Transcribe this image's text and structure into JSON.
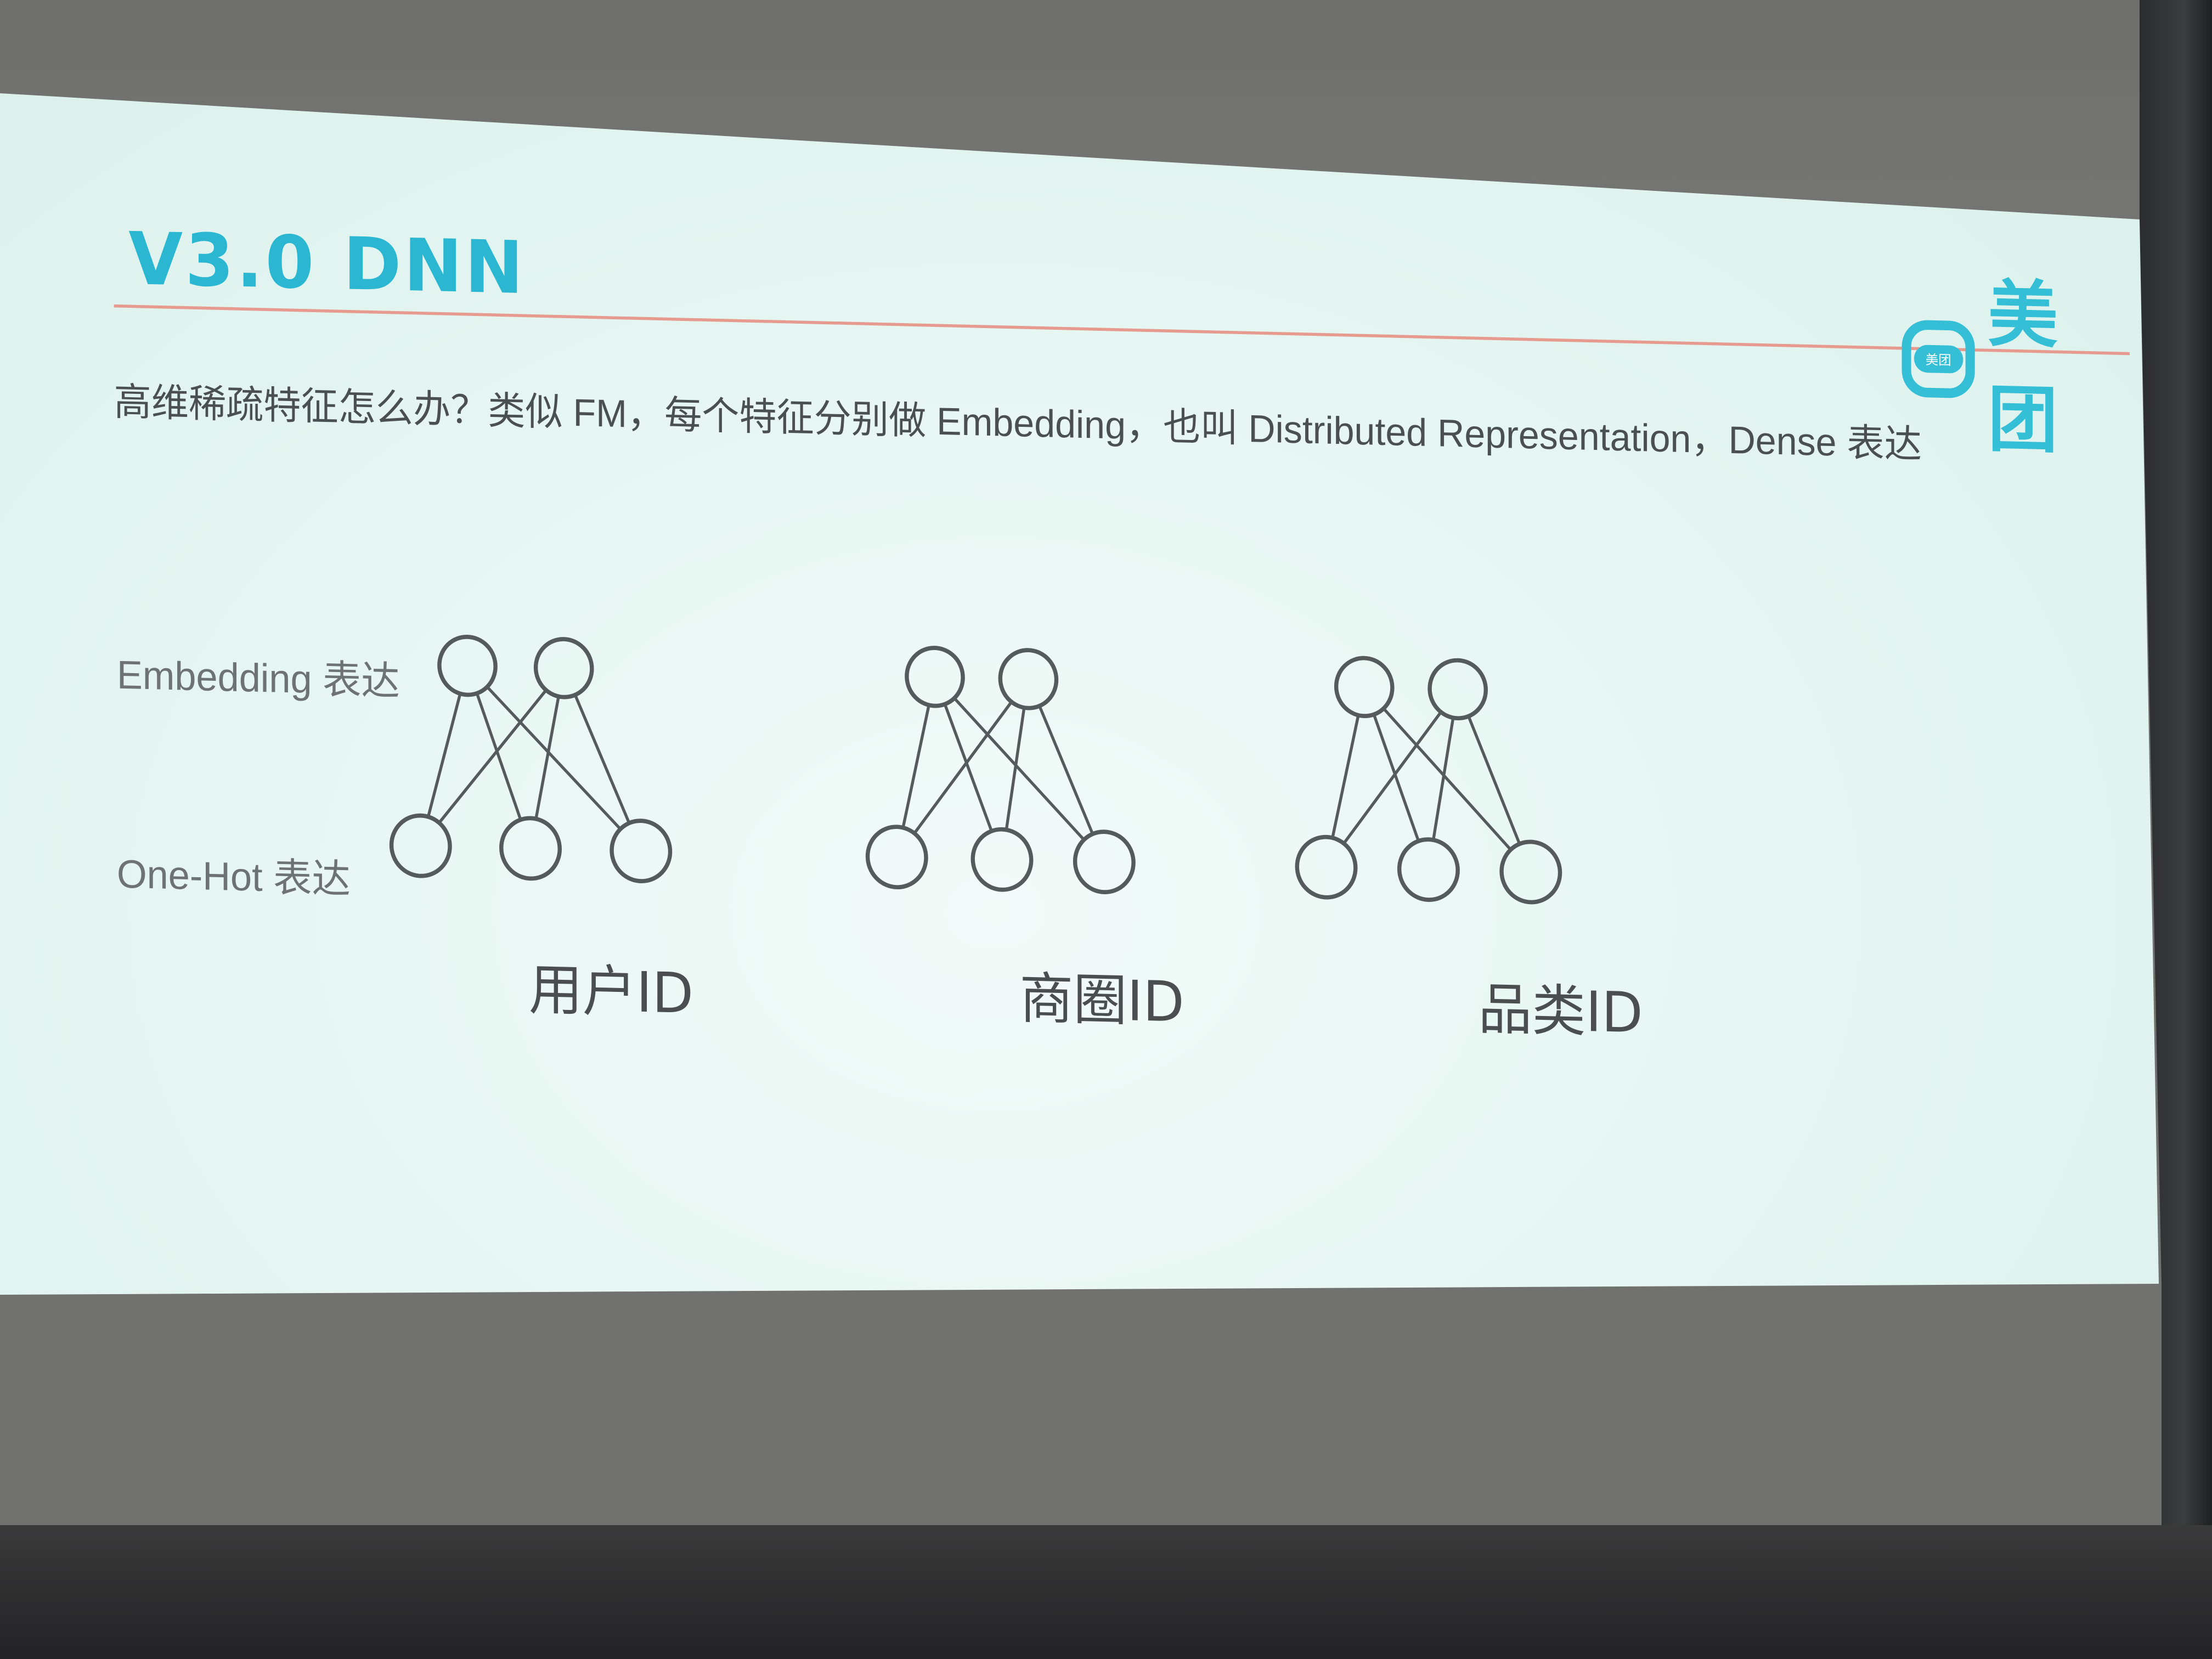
{
  "slide": {
    "title": "V3.0 DNN",
    "logo_text": "美团",
    "logo_badge": "美团",
    "subtitle": "高维稀疏特征怎么办？类似 FM，每个特征分别做  Embedding，也叫 Distributed Representation，Dense 表达",
    "labels": {
      "embedding": "Embedding 表达",
      "onehot": "One-Hot 表达"
    },
    "features": [
      {
        "label": "用户ID"
      },
      {
        "label": "商圈ID"
      },
      {
        "label": "品类ID"
      }
    ],
    "colors": {
      "title": "#2bb7d2",
      "logo": "#35bfd6",
      "rule": "#e79a8e",
      "diagram": "#555a5a"
    }
  }
}
